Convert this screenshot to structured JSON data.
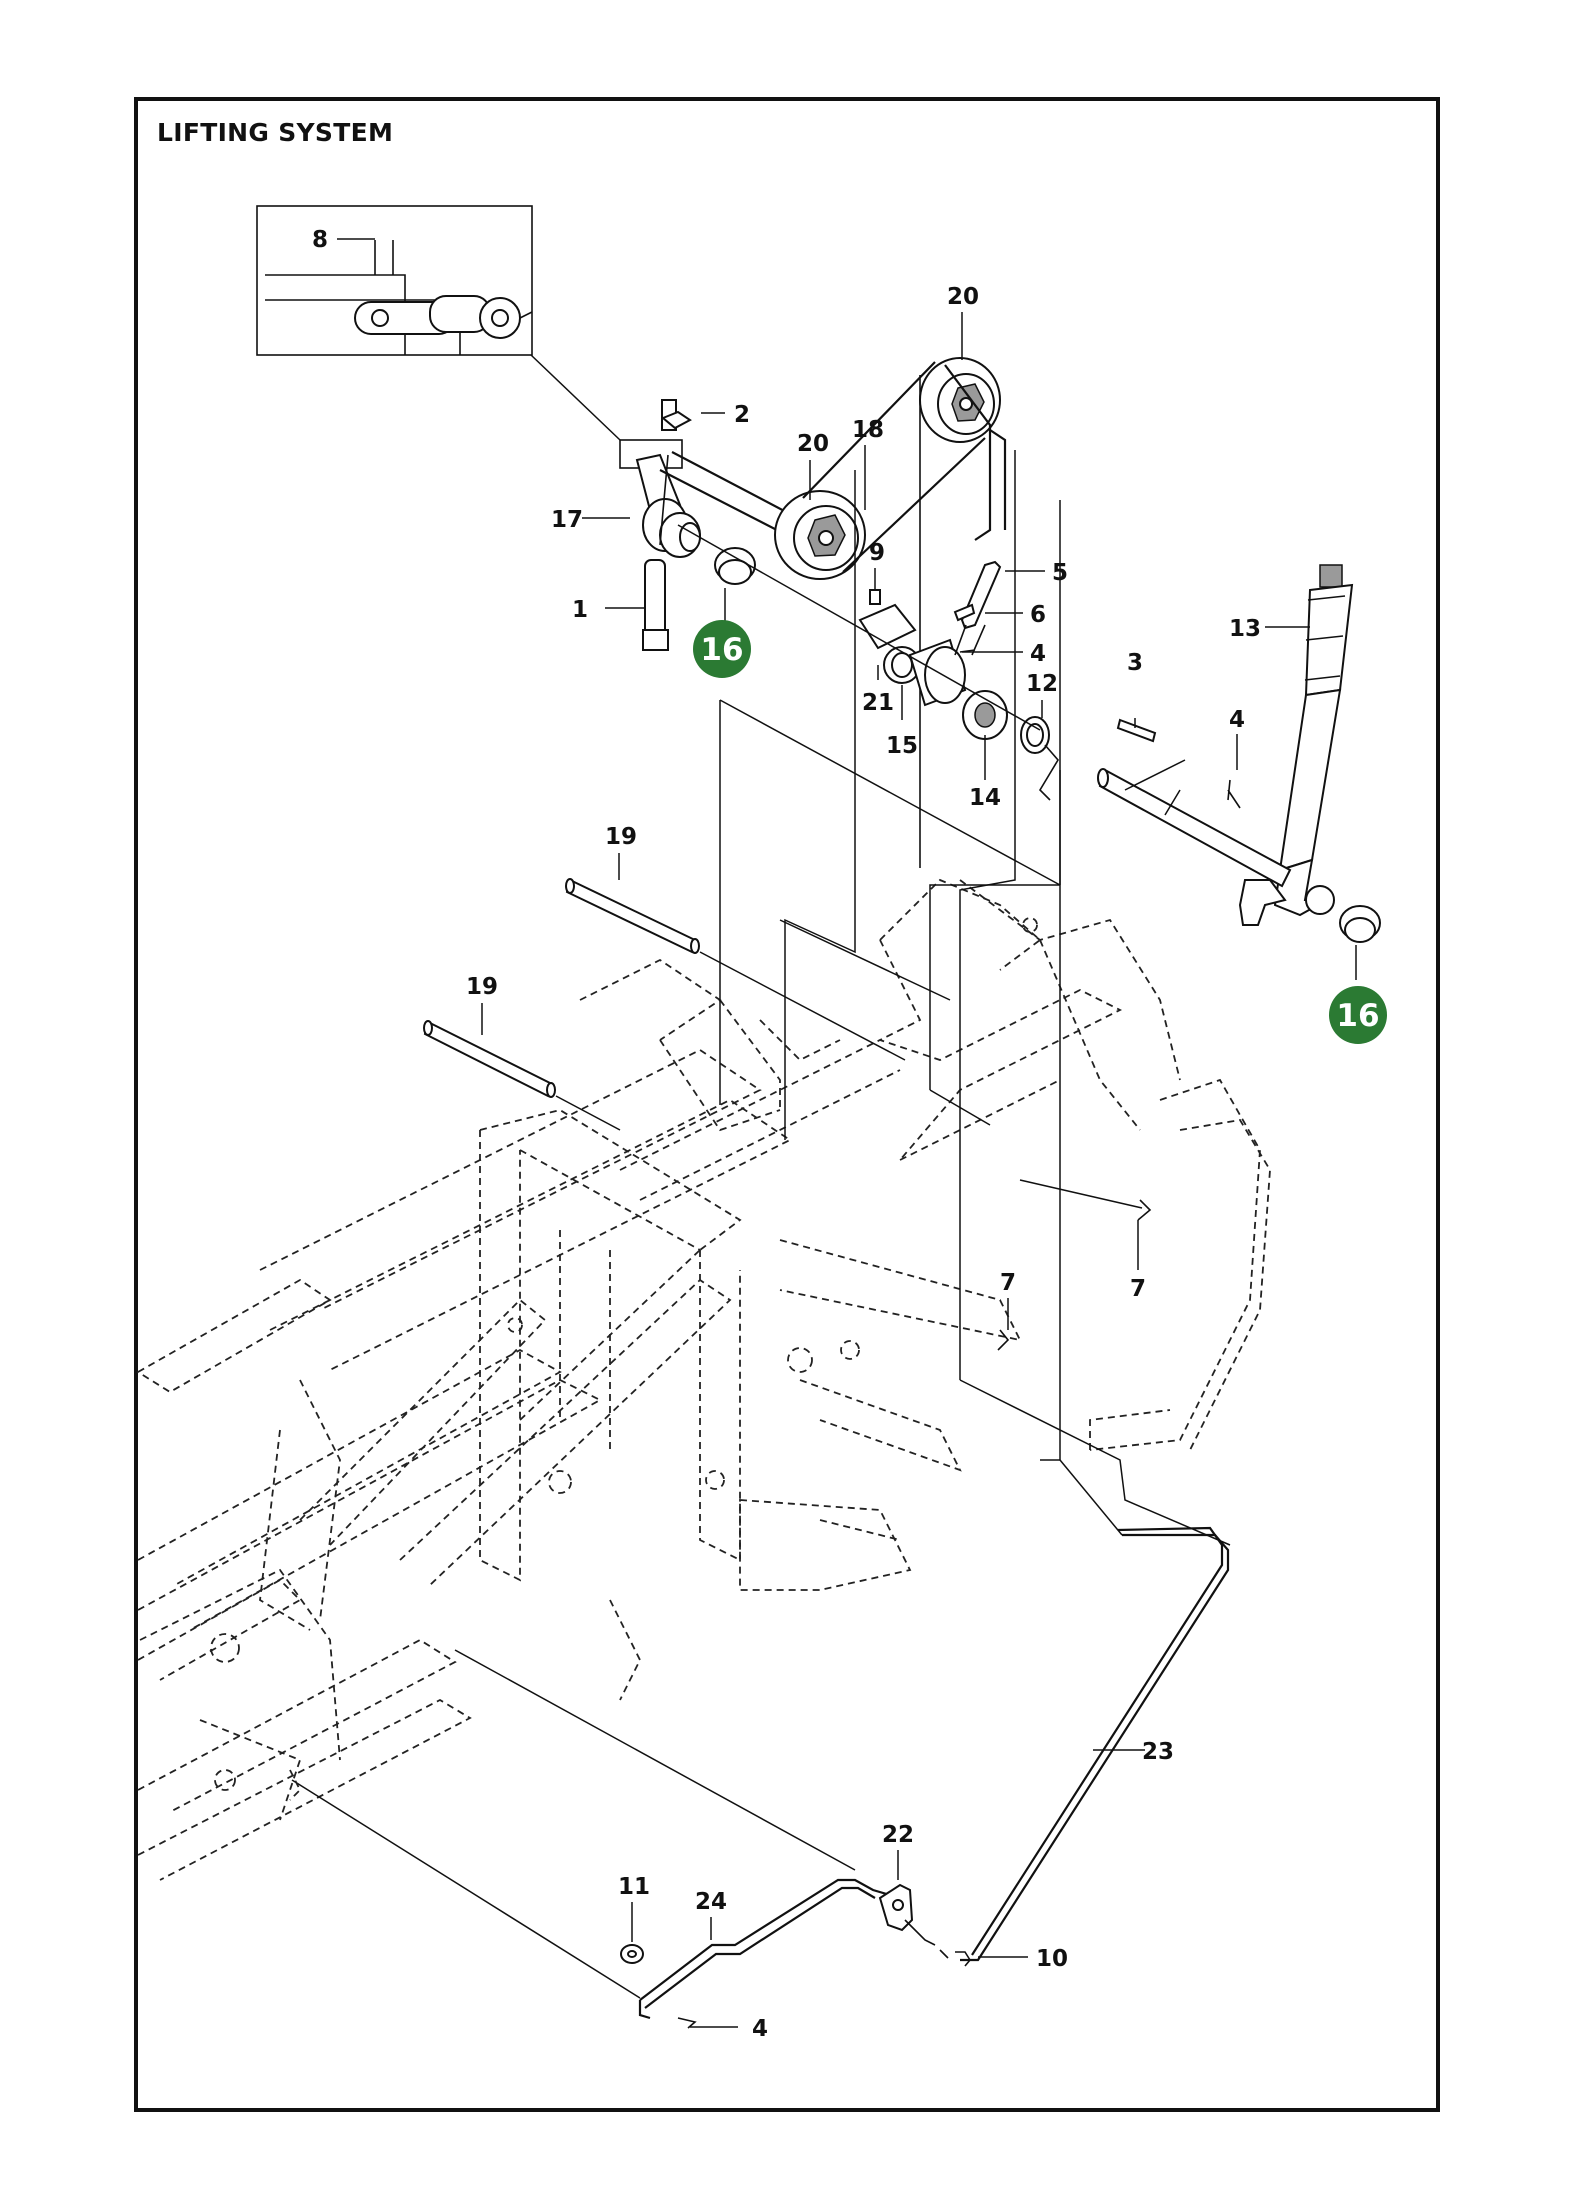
{
  "title": "LIFTING SYSTEM",
  "colors": {
    "highlight": "#2b7a33",
    "line": "#111111",
    "background": "#ffffff"
  },
  "callouts": [
    {
      "id": "c8",
      "text": "8"
    },
    {
      "id": "c20a",
      "text": "20"
    },
    {
      "id": "c2",
      "text": "2"
    },
    {
      "id": "c20b",
      "text": "20"
    },
    {
      "id": "c18",
      "text": "18"
    },
    {
      "id": "c17",
      "text": "17"
    },
    {
      "id": "c9",
      "text": "9"
    },
    {
      "id": "c5",
      "text": "5"
    },
    {
      "id": "c1",
      "text": "1"
    },
    {
      "id": "c6",
      "text": "6"
    },
    {
      "id": "c13",
      "text": "13"
    },
    {
      "id": "c4a",
      "text": "4"
    },
    {
      "id": "c21",
      "text": "21"
    },
    {
      "id": "c3",
      "text": "3"
    },
    {
      "id": "c12",
      "text": "12"
    },
    {
      "id": "c15",
      "text": "15"
    },
    {
      "id": "c4b",
      "text": "4"
    },
    {
      "id": "c14",
      "text": "14"
    },
    {
      "id": "c19a",
      "text": "19"
    },
    {
      "id": "c19b",
      "text": "19"
    },
    {
      "id": "c7a",
      "text": "7"
    },
    {
      "id": "c7b",
      "text": "7"
    },
    {
      "id": "c23",
      "text": "23"
    },
    {
      "id": "c22",
      "text": "22"
    },
    {
      "id": "c11",
      "text": "11"
    },
    {
      "id": "c24",
      "text": "24"
    },
    {
      "id": "c10",
      "text": "10"
    },
    {
      "id": "c4c",
      "text": "4"
    }
  ],
  "highlights": [
    {
      "id": "h16a",
      "text": "16"
    },
    {
      "id": "h16b",
      "text": "16"
    }
  ]
}
